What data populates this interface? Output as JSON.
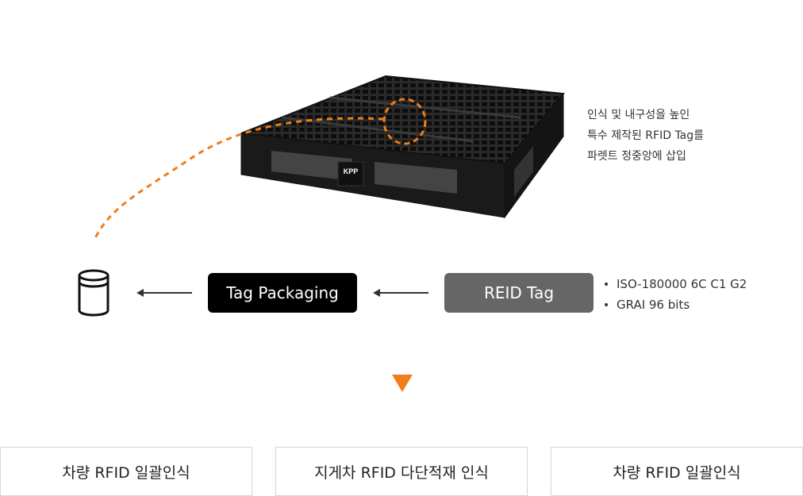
{
  "pallet": {
    "brand_label": "KPP"
  },
  "note": {
    "lines": [
      "인식 및 내구성을 높인",
      "특수 제작된 RFID Tag를",
      "파렛트 정중앙에 삽입"
    ]
  },
  "flow": {
    "packaging_label": "Tag Packaging",
    "tag_label": "REID Tag"
  },
  "specs": [
    "ISO-180000 6C C1 G2",
    "GRAI 96 bits"
  ],
  "boxes": [
    "차량 RFID 일괄인식",
    "지게차 RFID 다단적재 인식",
    "차량 RFID 일괄인식"
  ],
  "colors": {
    "accent": "#f07e1a",
    "dark": "#000000",
    "gray": "#666666"
  },
  "icons": {
    "database": "database-icon",
    "arrow": "arrow-left-icon",
    "down": "triangle-down-icon"
  }
}
